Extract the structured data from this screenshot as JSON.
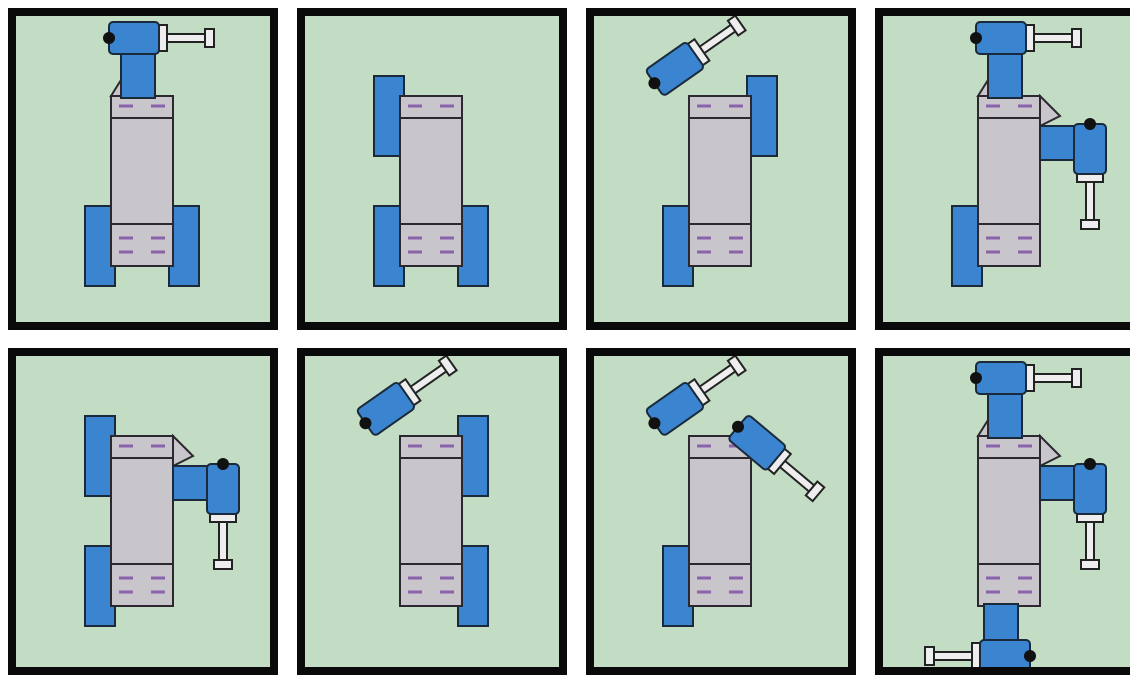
{
  "figure": {
    "panels": [
      {
        "id": "p1",
        "parts": {
          "tl": "cyl-up",
          "tr": "none",
          "bl": "track",
          "br": "track"
        }
      },
      {
        "id": "p2",
        "parts": {
          "tl": "track",
          "tr": "none",
          "bl": "track",
          "br": "track"
        }
      },
      {
        "id": "p3",
        "parts": {
          "tl": "cyl-diag",
          "tr": "track",
          "bl": "track",
          "br": "none"
        }
      },
      {
        "id": "p4",
        "parts": {
          "tl": "cyl-up",
          "tr": "none",
          "bl": "track",
          "br": "cyl-side"
        }
      },
      {
        "id": "p5",
        "parts": {
          "tl": "track",
          "tr": "none",
          "bl": "track",
          "br": "cyl-side"
        }
      },
      {
        "id": "p6",
        "parts": {
          "tl": "cyl-diag",
          "tr": "track",
          "bl": "none",
          "br": "track"
        }
      },
      {
        "id": "p7",
        "parts": {
          "tl": "cyl-diag",
          "tr": "cyl-diag-right",
          "bl": "track",
          "br": "none"
        }
      },
      {
        "id": "p8",
        "parts": {
          "tl": "cyl-up",
          "tr": "none",
          "bl": "cyl-down",
          "br": "cyl-side"
        }
      }
    ],
    "colors": {
      "panel_bg": "#c3dcc4",
      "frame": "#0a0a0a",
      "body": "#c8c6ca",
      "blue": "#3b84cf",
      "tick": "#8a63a8",
      "shaft": "#eeeeee"
    }
  }
}
